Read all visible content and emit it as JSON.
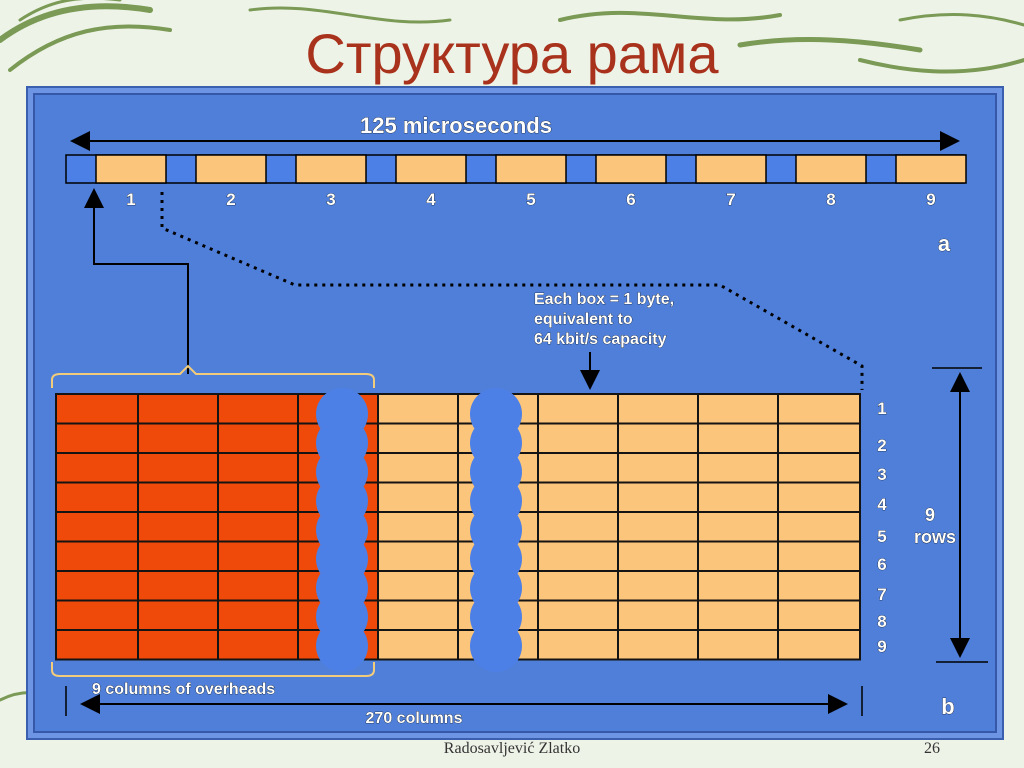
{
  "slide": {
    "title": "Структура рама",
    "author": "Radosavljević Zlatko",
    "page_number": "26"
  },
  "colors": {
    "panel_blue": "#4f7fd9",
    "overhead_red": "#f04a0a",
    "payload_tan": "#fbc57b",
    "cell_border": "#141414",
    "break_blue": "#4d80e6"
  },
  "part_a": {
    "duration_label": "125 microseconds",
    "frame_numbers": [
      "1",
      "2",
      "3",
      "4",
      "5",
      "6",
      "7",
      "8",
      "9"
    ],
    "letter": "a"
  },
  "annotation": {
    "lines": [
      "Each box = 1 byte,",
      "equivalent to",
      "64 kbit/s capacity"
    ]
  },
  "part_b": {
    "row_numbers": [
      "1",
      "2",
      "3",
      "4",
      "5",
      "6",
      "7",
      "8",
      "9"
    ],
    "rows_count": "9",
    "rows_label": "rows",
    "overhead_label": "9 columns of overheads",
    "columns_label": "270 columns",
    "letter": "b"
  }
}
